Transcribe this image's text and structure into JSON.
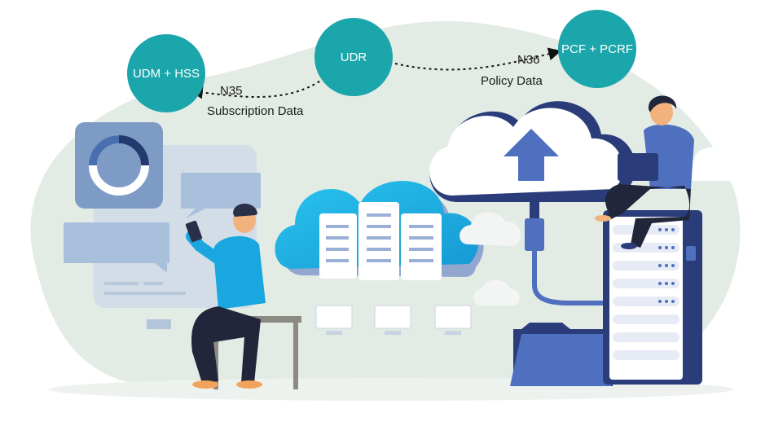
{
  "nodes": {
    "udm_hss": "UDM + HSS",
    "udr": "UDR",
    "pcf_pcrf": "PCF + PCRF"
  },
  "edges": {
    "left": {
      "interface": "N35",
      "data": "Subscription Data"
    },
    "right": {
      "interface": "N36",
      "data": "Policy Data"
    }
  },
  "colors": {
    "node_fill": "#1ba6ab",
    "background_blob": "#e3ebe5",
    "cloud_blue": "#1ab4e6",
    "accent_blue": "#4f6fbf",
    "dark_navy": "#2a2f4a"
  }
}
